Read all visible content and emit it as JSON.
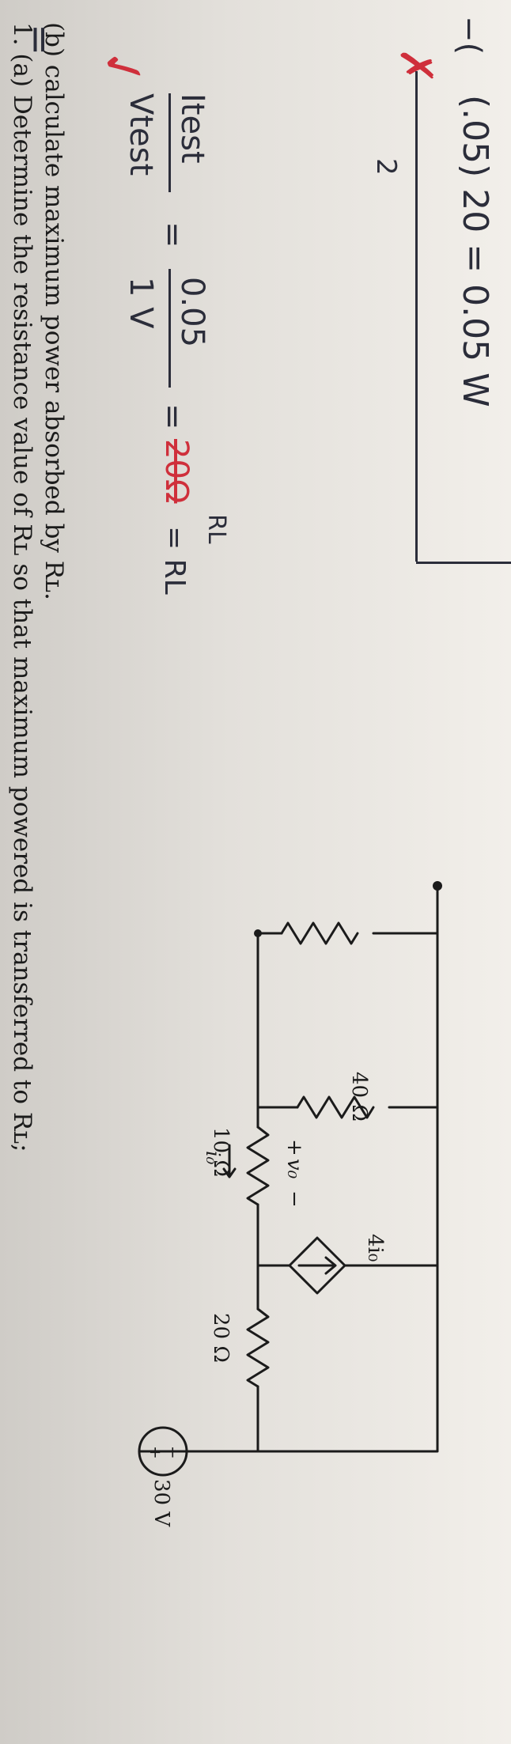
{
  "problem": {
    "line1": "1.  (a) Determine the resistance value of Rʟ so that maximum powered is transferred to Rʟ;",
    "line2": "(b) calculate maximum power absorbed by Rʟ."
  },
  "circuit": {
    "r20_label": "20 Ω",
    "r10_label": "10 Ω",
    "r40_label": "40 Ω",
    "io_label": "i₀",
    "vo_plus": "+",
    "vo_label": "v₀",
    "vo_minus": "−",
    "dep_source_label": "4i₀",
    "vsource_label": "30 V",
    "vsource_plus": "+",
    "vsource_minus": "−"
  },
  "handwriting": {
    "vtest": "Vtest",
    "itest": "Itest",
    "eq1": "=",
    "num": "1 V",
    "den": "0.05",
    "eq2": "=",
    "crossed_value": "20Ω",
    "eq_rl": "= RL",
    "rl_label": "RL",
    "left_eq": "=",
    "exp2": "2",
    "bottom_partial": "(.05) 20 = 0.05 W",
    "bottom_left": "−(",
    "check_mark": "✓",
    "x_mark": "✗"
  },
  "colors": {
    "ink": "#1b1b1b",
    "pencil": "#2b2d3a",
    "red_pen": "#cf2f3b",
    "paper": "#ebe8e3"
  }
}
